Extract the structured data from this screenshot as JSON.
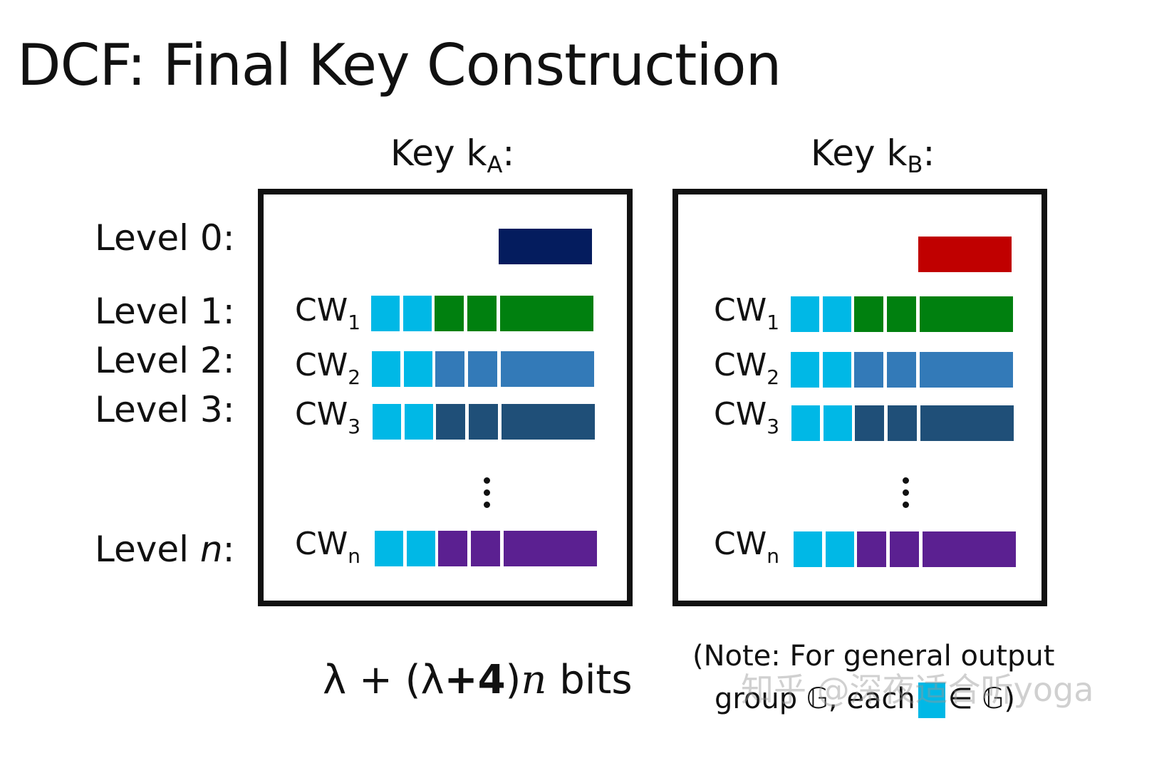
{
  "title": "DCF: Final Key Construction",
  "keys": [
    {
      "prefix": "Key k",
      "sub": "A",
      "suffix": ":"
    },
    {
      "prefix": "Key k",
      "sub": "B",
      "suffix": ":"
    }
  ],
  "levels": {
    "l0": "Level 0:",
    "l1": "Level 1:",
    "l2": "Level 2:",
    "l3": "Level 3:",
    "ln_prefix": "Level ",
    "ln_var": "n",
    "ln_suffix": ":"
  },
  "cw": {
    "main": "CW",
    "subs": [
      "1",
      "2",
      "3",
      "n"
    ]
  },
  "formula": {
    "part1": "λ + (λ",
    "bold": "+4",
    "part2": ")",
    "var": "n",
    "part3": " bits"
  },
  "note": {
    "line1": "(Note: For general output",
    "line2a": "group 𝔾, each",
    "line2b": "∈ 𝔾)"
  },
  "watermark": "知乎 @深夜适合听yoga",
  "colors": {
    "seed_a": "#041c5e",
    "seed_b": "#c00000",
    "light_blue": "#00b8e6",
    "cw1": "#00800f",
    "cw2": "#337ab8",
    "cw3": "#1f4f78",
    "cwn": "#5b2091"
  }
}
